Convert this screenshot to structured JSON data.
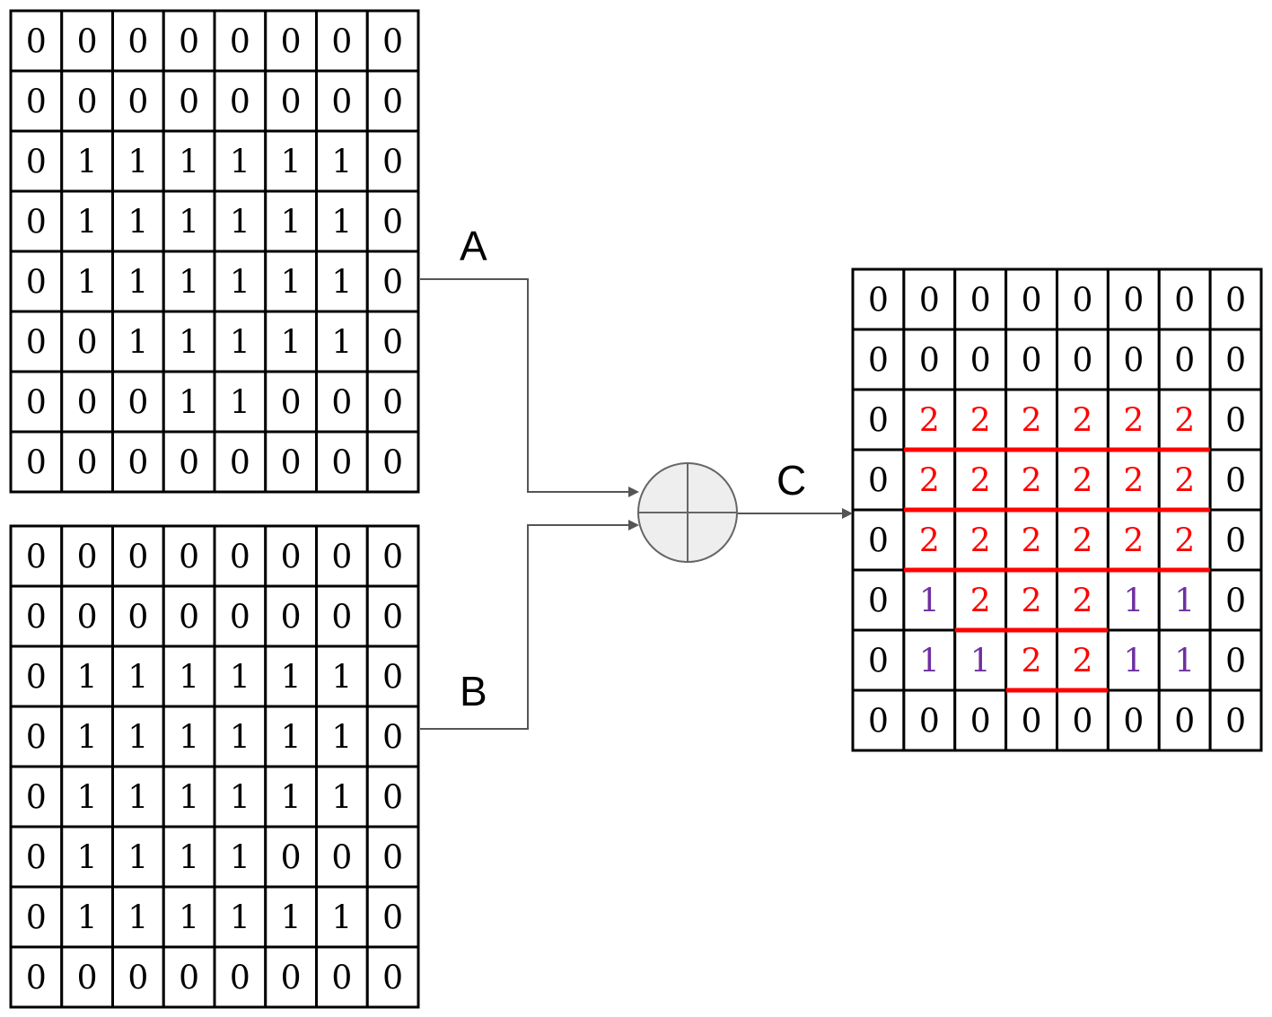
{
  "colors": {
    "grid_line": "#000000",
    "text_default": "#000000",
    "value_2": "#ff0000",
    "value_1": "#7030a0",
    "highlight_line": "#ff0000",
    "connector": "#555555",
    "operator_fill": "#eeeeee"
  },
  "labels": {
    "a": "A",
    "b": "B",
    "c": "C"
  },
  "operator": {
    "symbol": "circled-plus-icon"
  },
  "matrices": {
    "a": [
      [
        "0",
        "0",
        "0",
        "0",
        "0",
        "0",
        "0",
        "0"
      ],
      [
        "0",
        "0",
        "0",
        "0",
        "0",
        "0",
        "0",
        "0"
      ],
      [
        "0",
        "1",
        "1",
        "1",
        "1",
        "1",
        "1",
        "0"
      ],
      [
        "0",
        "1",
        "1",
        "1",
        "1",
        "1",
        "1",
        "0"
      ],
      [
        "0",
        "1",
        "1",
        "1",
        "1",
        "1",
        "1",
        "0"
      ],
      [
        "0",
        "0",
        "1",
        "1",
        "1",
        "1",
        "1",
        "0"
      ],
      [
        "0",
        "0",
        "0",
        "1",
        "1",
        "0",
        "0",
        "0"
      ],
      [
        "0",
        "0",
        "0",
        "0",
        "0",
        "0",
        "0",
        "0"
      ]
    ],
    "b": [
      [
        "0",
        "0",
        "0",
        "0",
        "0",
        "0",
        "0",
        "0"
      ],
      [
        "0",
        "0",
        "0",
        "0",
        "0",
        "0",
        "0",
        "0"
      ],
      [
        "0",
        "1",
        "1",
        "1",
        "1",
        "1",
        "1",
        "0"
      ],
      [
        "0",
        "1",
        "1",
        "1",
        "1",
        "1",
        "1",
        "0"
      ],
      [
        "0",
        "1",
        "1",
        "1",
        "1",
        "1",
        "1",
        "0"
      ],
      [
        "0",
        "1",
        "1",
        "1",
        "1",
        "0",
        "0",
        "0"
      ],
      [
        "0",
        "1",
        "1",
        "1",
        "1",
        "1",
        "1",
        "0"
      ],
      [
        "0",
        "0",
        "0",
        "0",
        "0",
        "0",
        "0",
        "0"
      ]
    ],
    "c": [
      [
        "0",
        "0",
        "0",
        "0",
        "0",
        "0",
        "0",
        "0"
      ],
      [
        "0",
        "0",
        "0",
        "0",
        "0",
        "0",
        "0",
        "0"
      ],
      [
        "0",
        "2",
        "2",
        "2",
        "2",
        "2",
        "2",
        "0"
      ],
      [
        "0",
        "2",
        "2",
        "2",
        "2",
        "2",
        "2",
        "0"
      ],
      [
        "0",
        "2",
        "2",
        "2",
        "2",
        "2",
        "2",
        "0"
      ],
      [
        "0",
        "1",
        "2",
        "2",
        "2",
        "1",
        "1",
        "0"
      ],
      [
        "0",
        "1",
        "1",
        "2",
        "2",
        "1",
        "1",
        "0"
      ],
      [
        "0",
        "0",
        "0",
        "0",
        "0",
        "0",
        "0",
        "0"
      ]
    ]
  },
  "highlight_segments_c": [
    {
      "row": 2,
      "col_start": 1,
      "col_end": 6
    },
    {
      "row": 3,
      "col_start": 1,
      "col_end": 6
    },
    {
      "row": 4,
      "col_start": 1,
      "col_end": 6
    },
    {
      "row": 5,
      "col_start": 2,
      "col_end": 4
    },
    {
      "row": 6,
      "col_start": 3,
      "col_end": 4
    }
  ]
}
